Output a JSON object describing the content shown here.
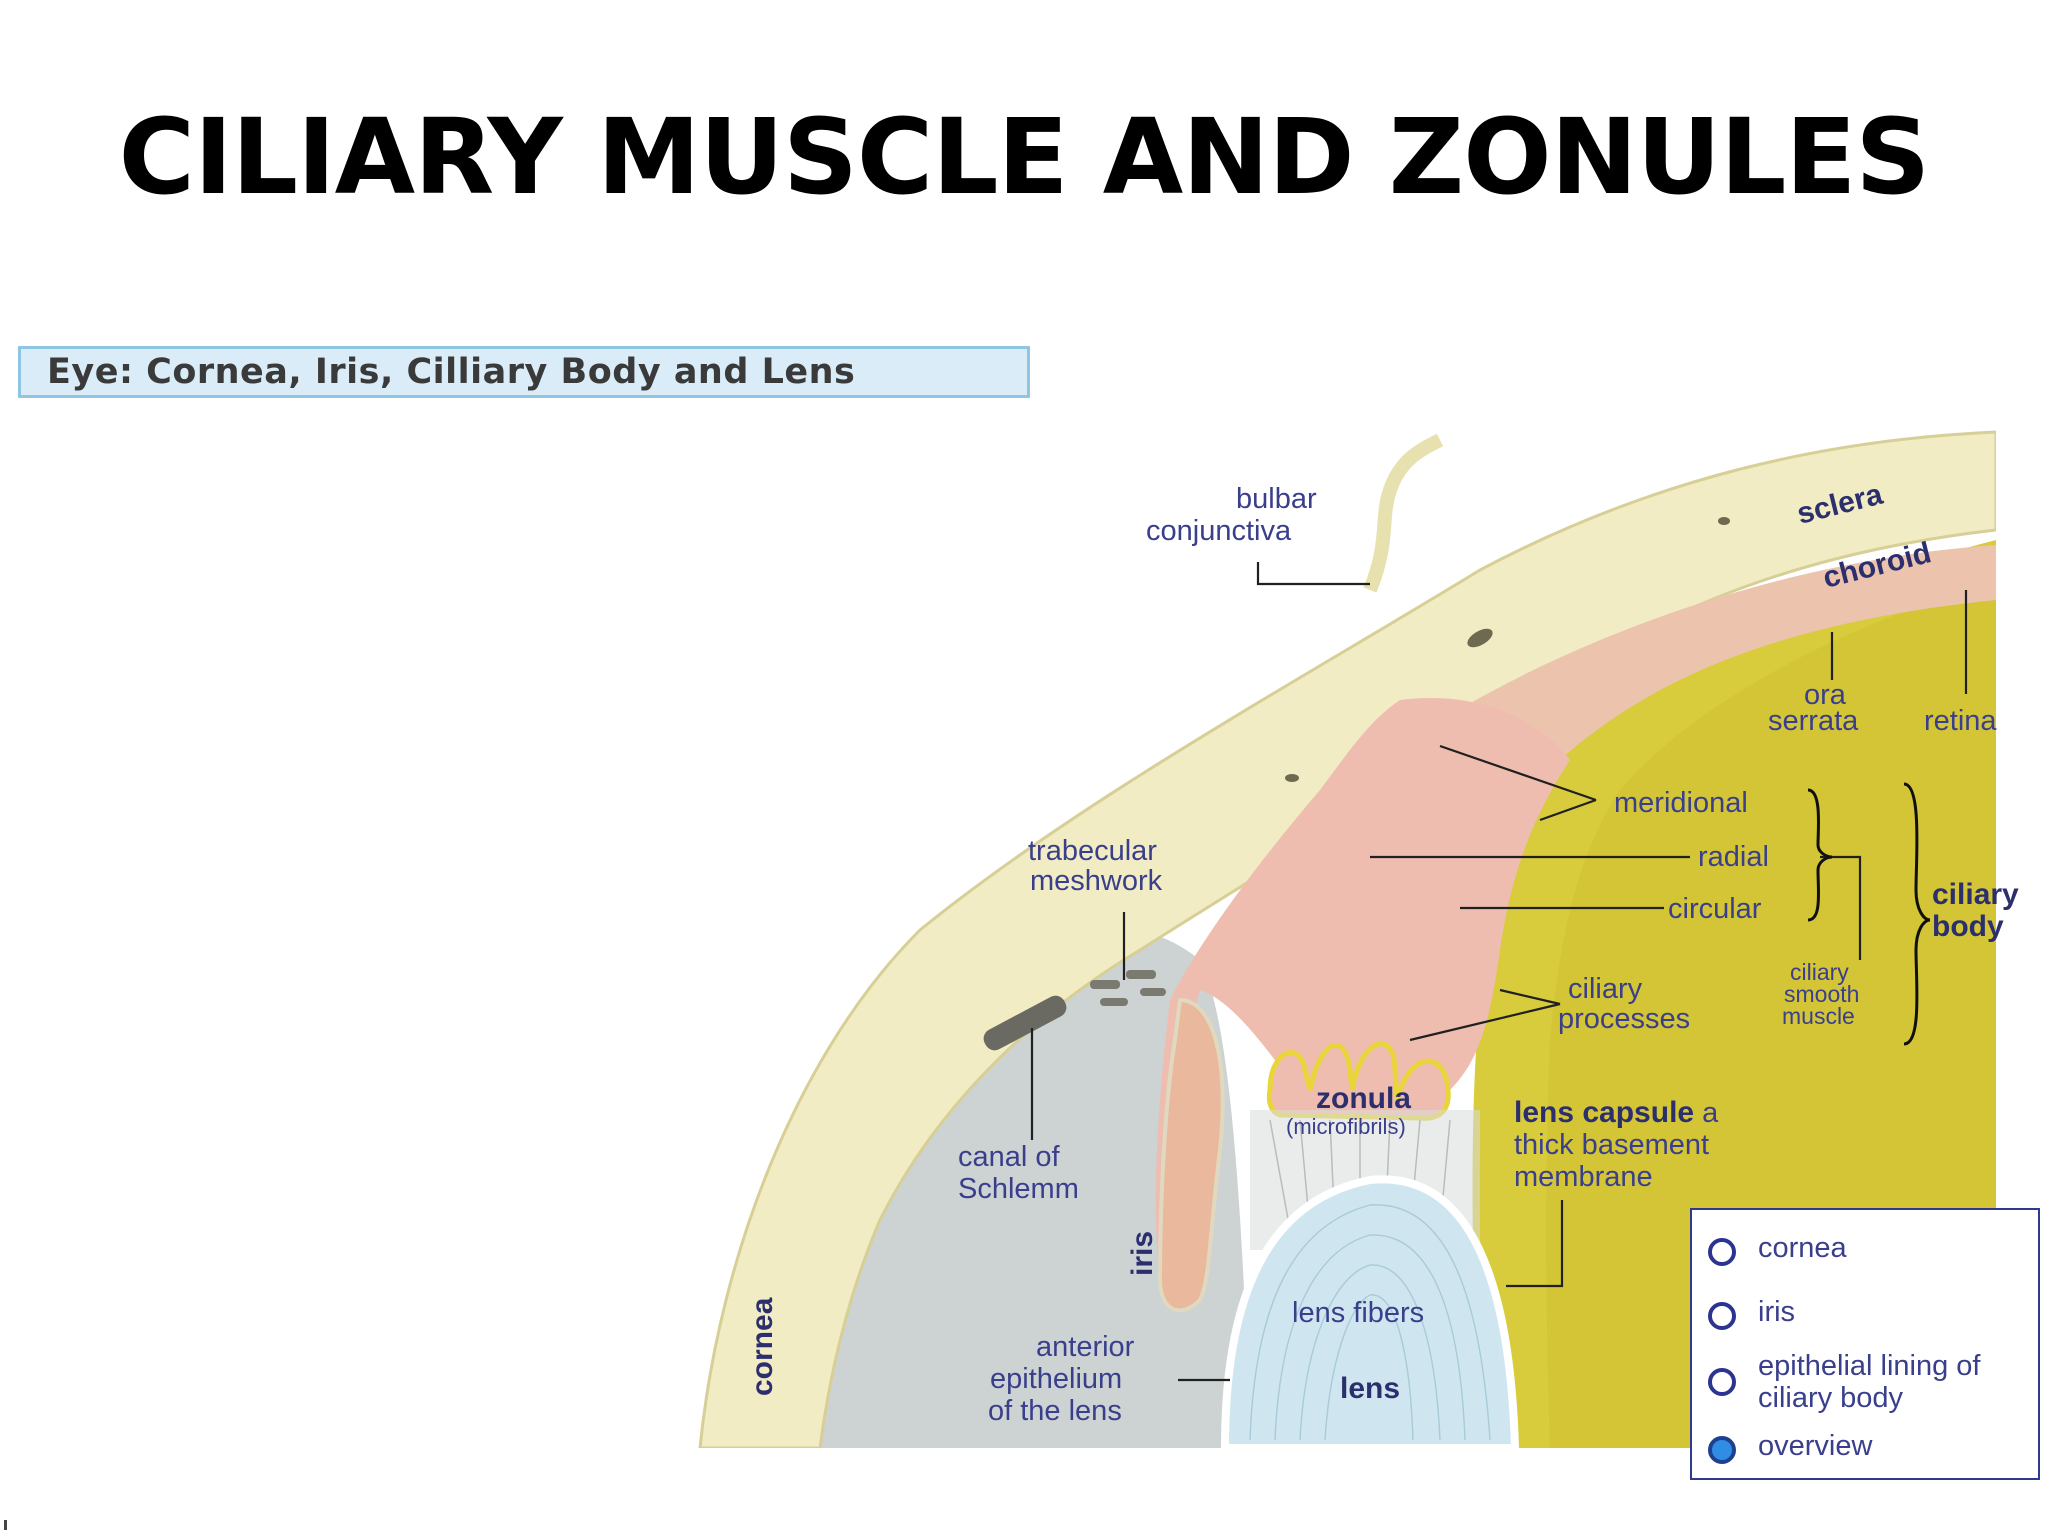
{
  "title": "CILIARY MUSCLE AND ZONULES",
  "figure_header": "Eye: Cornea, Iris, Cilliary Body and Lens",
  "labels": {
    "bulbar_conjunctiva": [
      "bulbar",
      "conjunctiva"
    ],
    "sclera": "sclera",
    "choroid": "choroid",
    "ora_serrata": [
      "ora",
      "serrata"
    ],
    "retina": "retina",
    "meridional": "meridional",
    "radial": "radial",
    "circular": "circular",
    "ciliary_body": [
      "ciliary",
      "body"
    ],
    "ciliary_smooth_muscle": [
      "ciliary",
      "smooth",
      "muscle"
    ],
    "trabecular_meshwork": [
      "trabecular",
      "meshwork"
    ],
    "ciliary_processes": [
      "ciliary",
      "processes"
    ],
    "zonula": "zonula",
    "microfibrils": "(microfibrils)",
    "lens_capsule_bold": "lens capsule",
    "lens_capsule_rest": [
      " a",
      "thick basement",
      "membrane"
    ],
    "canal_of_schlemm": [
      "canal of",
      "Schlemm"
    ],
    "iris": "iris",
    "cornea": "cornea",
    "lens_fibers": "lens fibers",
    "lens": "lens",
    "anterior_epithelium": [
      "anterior",
      "epithelium",
      "of the lens"
    ]
  },
  "legend": {
    "items": [
      {
        "label": "cornea",
        "selected": false
      },
      {
        "label": "iris",
        "selected": false
      },
      {
        "label": "epithelial lining of ciliary body",
        "selected": false
      },
      {
        "label": "overview",
        "selected": true
      }
    ]
  },
  "colors": {
    "sclera": "#f1ecc4",
    "choroid": "#ecc3ad",
    "retina": "#d6c93a",
    "chamber": "#cfd3d3",
    "lens": "#cfe6f0",
    "legend_border": "#2f3a8c",
    "label_text": "#3a3f8c"
  }
}
